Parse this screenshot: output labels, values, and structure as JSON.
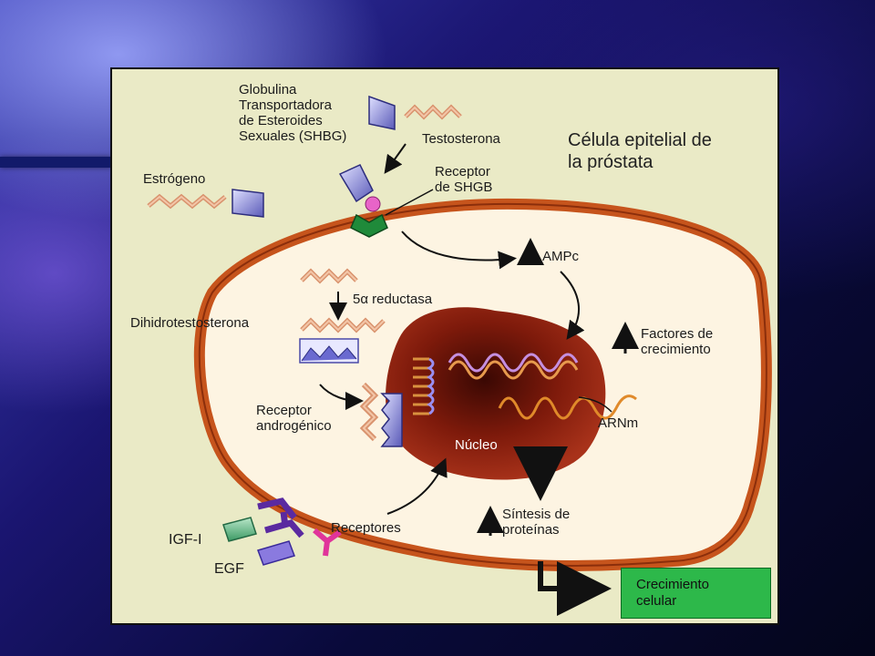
{
  "labels": {
    "title": "Célula epitelial de\nla próstata",
    "shbg": "Globulina\nTransportadora\nde Esteroides\nSexuales (SHBG)",
    "testosterona": "Testosterona",
    "estrogeno": "Estrógeno",
    "receptor_shgb": "Receptor\nde SHGB",
    "ampc": "AMPc",
    "reductasa": "5α reductasa",
    "dihidrotestosterona": "Dihidrotestosterona",
    "factores": "Factores de\ncrecimiento",
    "receptor_androgenico": "Receptor\nandrogénico",
    "arnm": "ARNm",
    "nucleo": "Núcleo",
    "sintesis": "Síntesis de\nproteínas",
    "receptores": "Receptores",
    "igf": "IGF-I",
    "egf": "EGF",
    "crecimiento": "Crecimiento\ncelular"
  },
  "colors": {
    "cell_membrane": "#c6541c",
    "cytoplasm": "#fdf4e2",
    "nucleus": "#8a1c0c",
    "growth_box": "#2db84a",
    "panel": "#eaeac6"
  }
}
